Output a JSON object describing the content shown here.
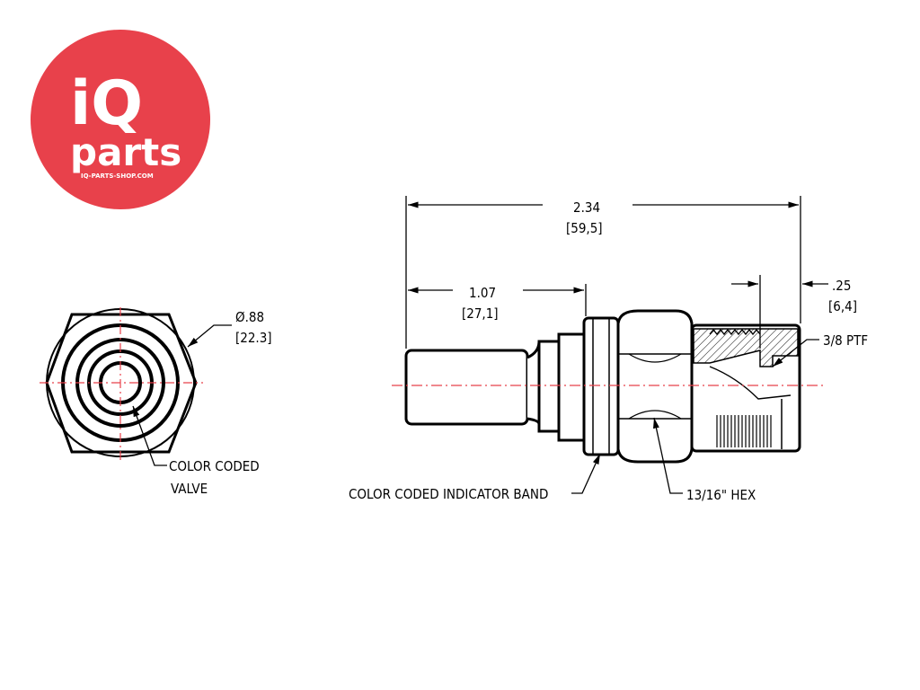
{
  "logo": {
    "brand_big": "iQ",
    "brand_small": "parts",
    "url": "IQ-PARTS-SHOP.COM",
    "color": "#e8414b"
  },
  "drawing": {
    "center_line_color": "#e8414b",
    "line_color": "#000000",
    "end_view": {
      "diameter_label": "Ø.88",
      "diameter_metric": "[22.3]",
      "valve_label_line1": "COLOR CODED",
      "valve_label_line2": "VALVE"
    },
    "side_view": {
      "overall_length": "2.34",
      "overall_length_metric": "[59,5]",
      "stem_length": "1.07",
      "stem_length_metric": "[27,1]",
      "thread_depth": ".25",
      "thread_depth_metric": "[6,4]",
      "thread_label": "3/8 PTF",
      "band_label": "COLOR CODED INDICATOR BAND",
      "hex_label": "13/16\" HEX"
    }
  }
}
